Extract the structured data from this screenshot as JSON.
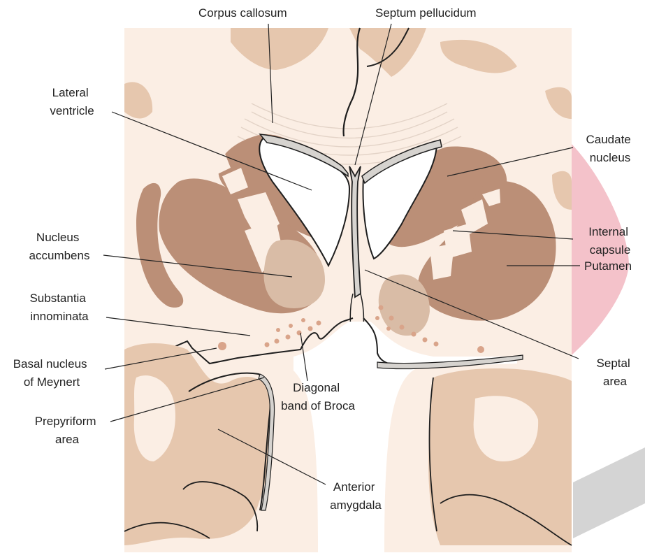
{
  "colors": {
    "background_tissue": "#fbeee4",
    "gray_matter_light": "#e6c7ae",
    "gray_matter_dark": "#bb8f77",
    "accumbens": "#d9bca6",
    "ventricle_wall": "#d6d3cf",
    "pink_bulge": "#f4c2ca",
    "outline": "#1e1e1e"
  },
  "labels": {
    "corpus_callosum": "Corpus callosum",
    "septum_pellucidum": "Septum pellucidum",
    "lateral_ventricle": [
      "Lateral",
      "ventricle"
    ],
    "caudate_nucleus": [
      "Caudate",
      "nucleus"
    ],
    "internal_capsule": [
      "Internal",
      "capsule"
    ],
    "putamen": "Putamen",
    "nucleus_accumbens": [
      "Nucleus",
      "accumbens"
    ],
    "substantia_innominata": [
      "Substantia",
      "innominata"
    ],
    "basal_nucleus": [
      "Basal nucleus",
      "of Meynert"
    ],
    "septal_area": [
      "Septal",
      "area"
    ],
    "diagonal_band": [
      "Diagonal",
      "band of Broca"
    ],
    "prepyriform_area": [
      "Prepyriform",
      "area"
    ],
    "anterior_amygdala": [
      "Anterior",
      "amygdala"
    ]
  }
}
